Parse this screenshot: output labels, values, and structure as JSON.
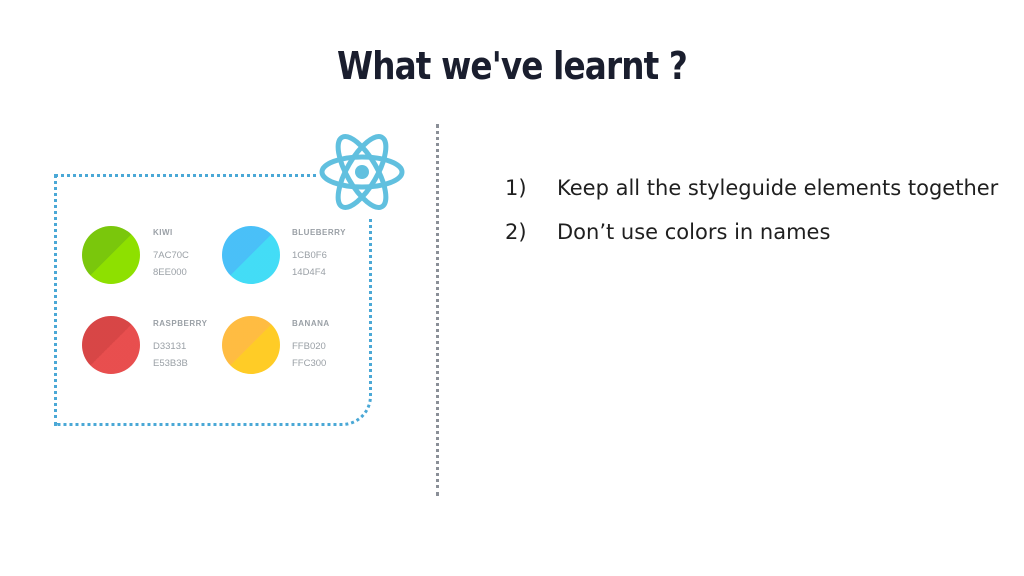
{
  "slide": {
    "title": "What we've learnt ?"
  },
  "styleguide": {
    "swatches": [
      {
        "name": "KIWI",
        "hex1": "7AC70C",
        "hex2": "8EE000",
        "color1": "#7AC70C",
        "color2": "#8EE000"
      },
      {
        "name": "BLUEBERRY",
        "hex1": "1CB0F6",
        "hex2": "14D4F4",
        "color1": "#1CB0F6",
        "color2": "#14D4F4"
      },
      {
        "name": "RASPBERRY",
        "hex1": "D33131",
        "hex2": "E53B3B",
        "color1": "#D33131",
        "color2": "#E53B3B"
      },
      {
        "name": "BANANA",
        "hex1": "FFB020",
        "hex2": "FFC300",
        "color1": "#FFB020",
        "color2": "#FFC300"
      }
    ],
    "border_color": "#4AA8D6",
    "logo_color": "#61C0DF"
  },
  "list": [
    {
      "num": "1)",
      "text": "Keep all the styleguide elements together"
    },
    {
      "num": "2)",
      "text": "Don’t use colors in names"
    }
  ]
}
